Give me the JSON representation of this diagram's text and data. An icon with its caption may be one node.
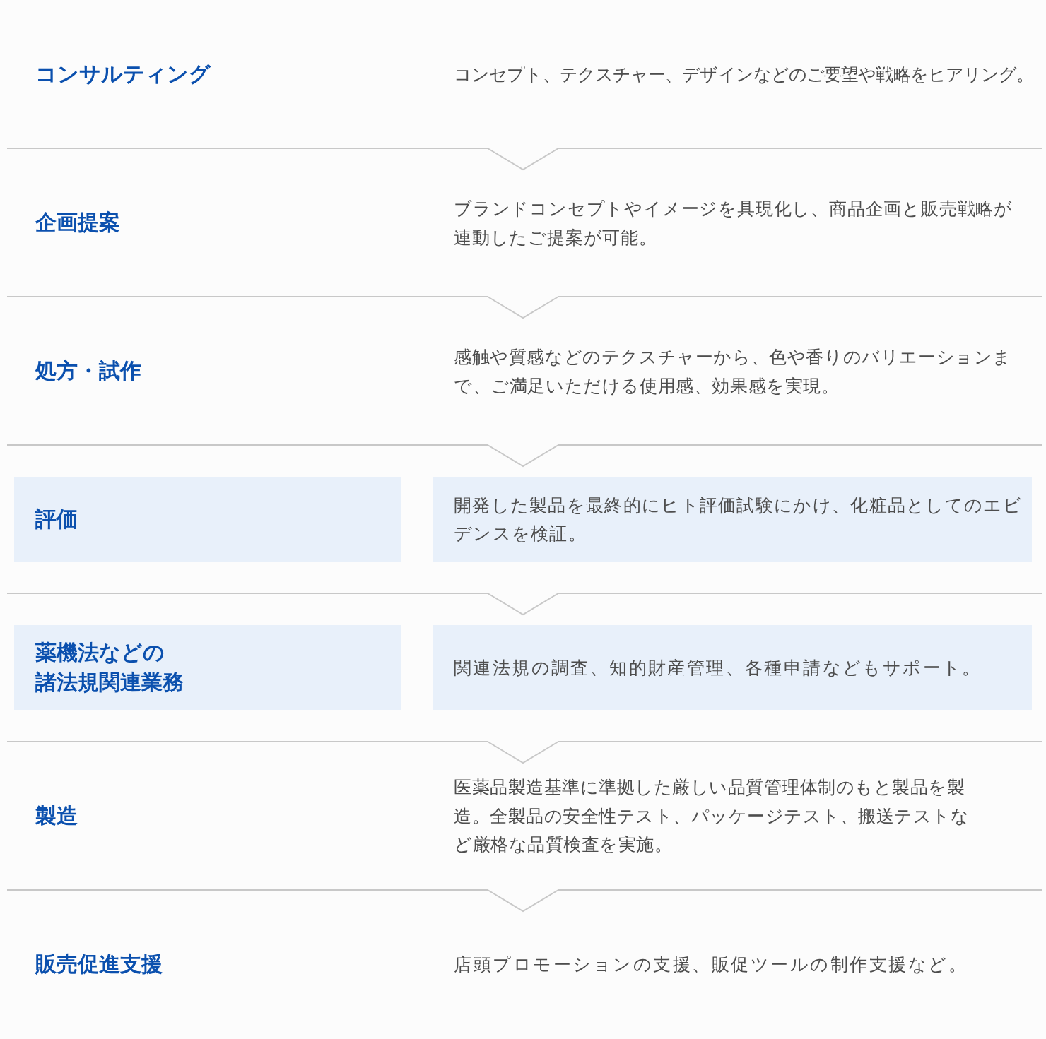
{
  "diagram": {
    "nodes": [
      {
        "text": [
          "コンサルティング",
          "コンセプト、テクスチャー、デザインなどのご要望や戦略をヒアリング。"
        ]
      },
      {
        "text": [
          "企画提案",
          "ブランドコンセプトやイメージを具現化し、商品企画と販売戦略が連動したご提案が可能。"
        ]
      },
      {
        "text": [
          "処方・試作",
          "感触や質感などのテクスチャーから、色や香りのバリエーションまで、ご満足いただける使用感、効果感を実現。"
        ]
      },
      {
        "text": [],
        "shape": "band"
      },
      {
        "text": [
          "評価"
        ],
        "in": 3
      },
      {
        "text": [
          "開発した製品を最終的にヒト評価試験にかけ、化粧品としてのエビデンスを検証。"
        ],
        "in": 3
      },
      {
        "text": [],
        "shape": "band"
      },
      {
        "text": [
          "薬機法などの諸法規関連業務"
        ],
        "in": 6
      },
      {
        "text": [
          "関連法規の調査、知的財産管理、各種申請などもサポート。"
        ],
        "in": 6
      },
      {
        "text": [
          "製造",
          "医薬品製造基準に準拠した厳しい品質管理体制のもと製品を製造。全製品の安全性テスト、パッケージテスト、搬送テストなど厳格な品質検査を実施。"
        ]
      },
      {
        "text": [
          "販売促進支援",
          "店頭プロモーションの支援、販促ツールの制作支援など。"
        ]
      }
    ],
    "edges": [
      {
        "from": 0,
        "to": 1,
        "arrow": "to"
      },
      {
        "from": 1,
        "to": 2,
        "arrow": "to"
      },
      {
        "from": 2,
        "to": 3,
        "arrow": "to"
      },
      {
        "from": 3,
        "to": 6,
        "arrow": "to"
      },
      {
        "from": 6,
        "to": 9,
        "arrow": "to"
      },
      {
        "from": 9,
        "to": 10,
        "arrow": "to"
      }
    ]
  }
}
